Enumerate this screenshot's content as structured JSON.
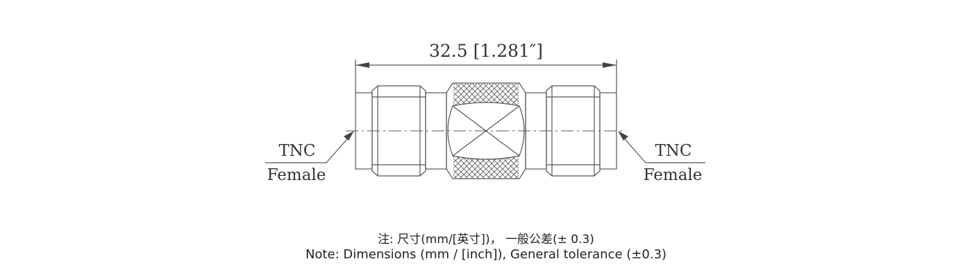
{
  "drawing": {
    "overall_dimension": "32.5 [1.281″]",
    "left_label": {
      "line1": "TNC",
      "line2": "Female"
    },
    "right_label": {
      "line1": "TNC",
      "line2": "Female"
    },
    "line_color": "#555555"
  },
  "notes": {
    "chinese": "注: 尺寸(mm/[英寸])， 一般公差(± 0.3)",
    "english": "Note: Dimensions (mm / [inch]), General tolerance (±0.3)"
  }
}
